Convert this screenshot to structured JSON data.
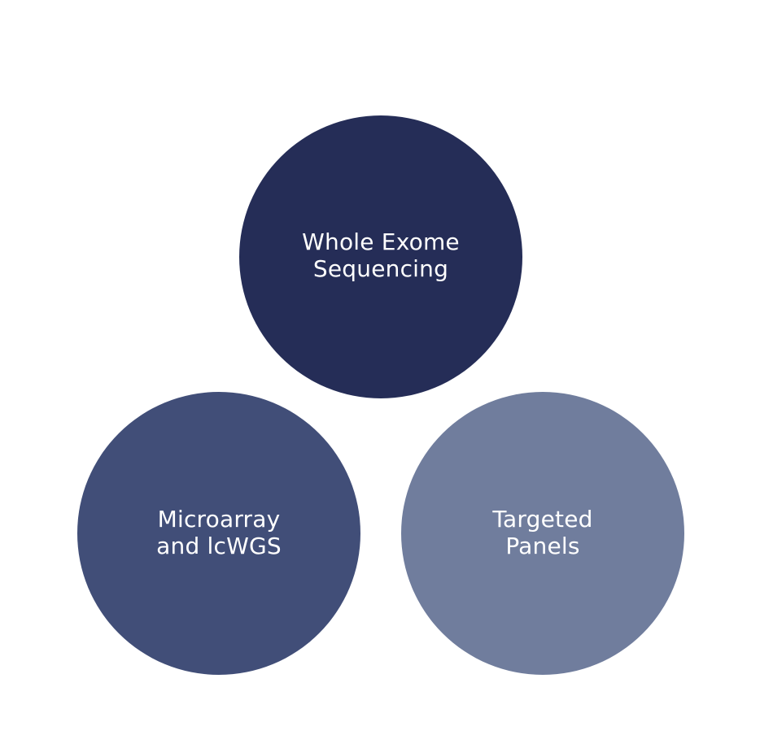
{
  "diagram": {
    "nodes": [
      {
        "id": "whole-exome-sequencing",
        "lines": [
          "Whole Exome",
          "Sequencing"
        ],
        "color": "#252d57"
      },
      {
        "id": "microarray-and-lcwgs",
        "lines": [
          "Microarray",
          "and lcWGS"
        ],
        "color": "#414e78"
      },
      {
        "id": "targeted-panels",
        "lines": [
          "Targeted",
          "Panels"
        ],
        "color": "#707d9d"
      }
    ]
  }
}
